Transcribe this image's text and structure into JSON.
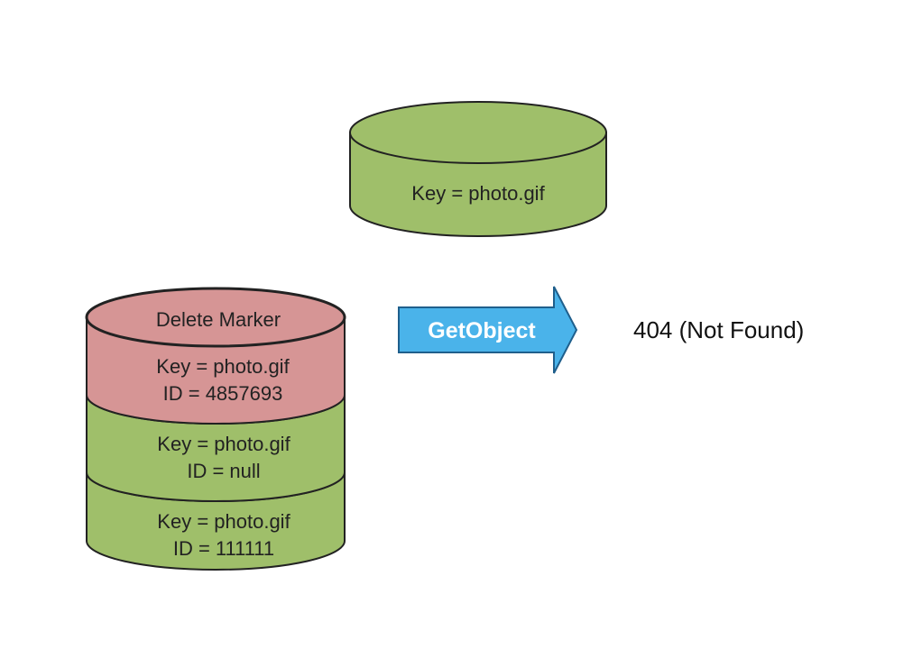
{
  "colors": {
    "object_fill": "#9fbf6a",
    "marker_fill": "#d69595",
    "outline": "#222222",
    "arrow_fill": "#4ab3ea",
    "arrow_stroke": "#1f5f8c",
    "background": "#ffffff"
  },
  "top_object": {
    "key_label": "Key = photo.gif"
  },
  "stack": {
    "delete_marker": {
      "title": "Delete Marker",
      "key_label": "Key = photo.gif",
      "id_label": "ID = 4857693"
    },
    "versions": [
      {
        "key_label": "Key = photo.gif",
        "id_label": "ID = null"
      },
      {
        "key_label": "Key = photo.gif",
        "id_label": "ID = 111111"
      }
    ]
  },
  "request": {
    "label": "GetObject"
  },
  "response": {
    "label": "404 (Not Found)"
  }
}
